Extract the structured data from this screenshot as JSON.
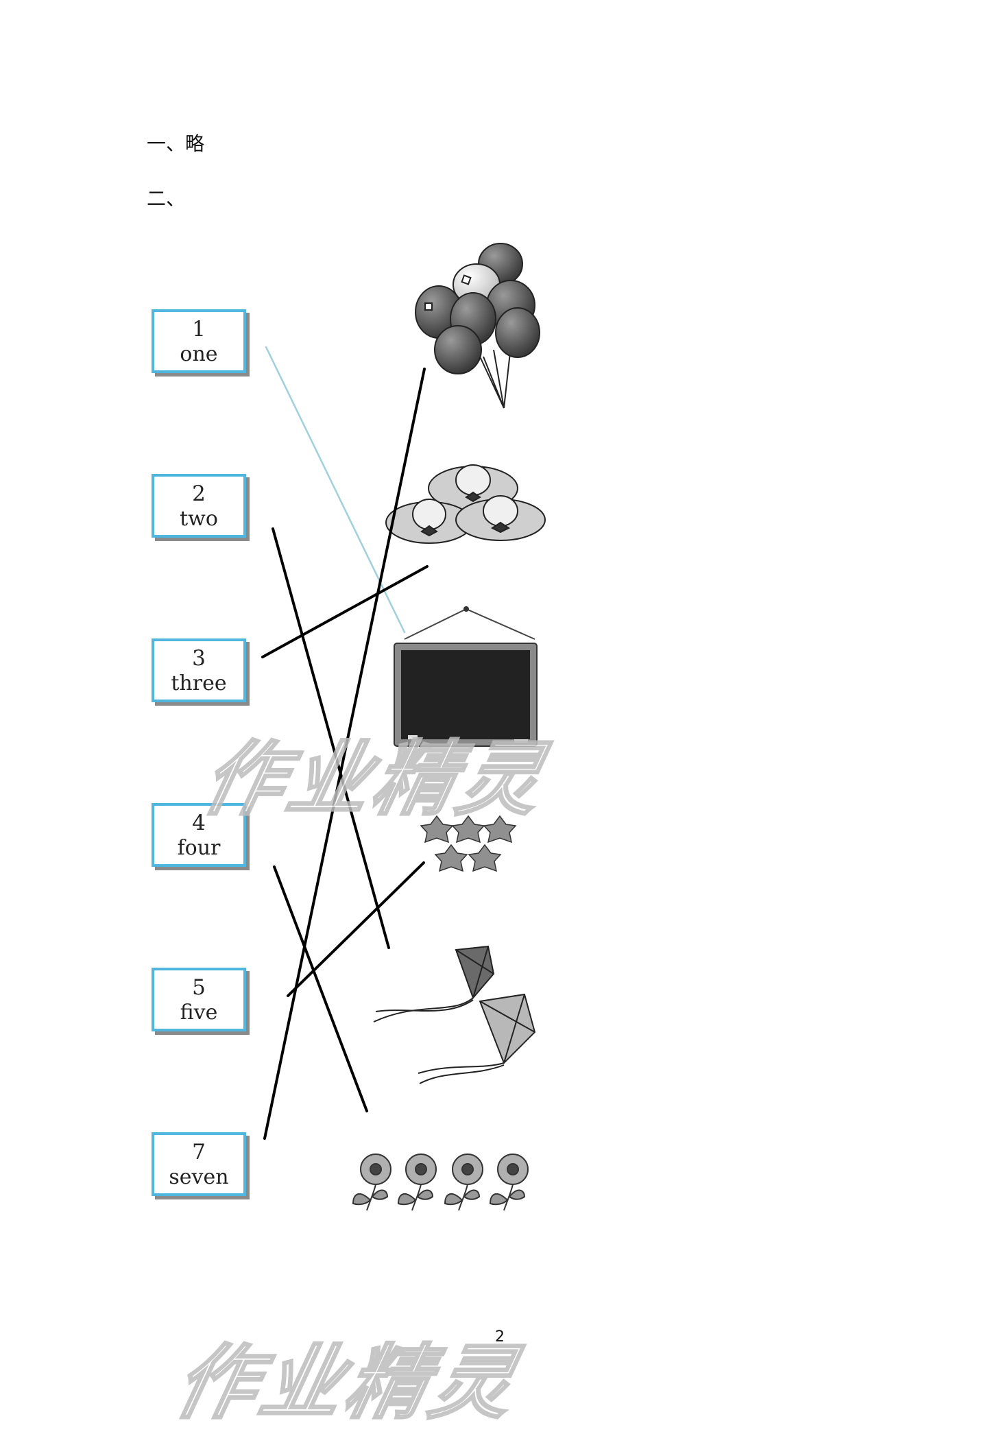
{
  "section1": "一、略",
  "section2": "二、",
  "boxes": [
    {
      "num": "1",
      "word": "one"
    },
    {
      "num": "2",
      "word": "two"
    },
    {
      "num": "3",
      "word": "three"
    },
    {
      "num": "4",
      "word": "four"
    },
    {
      "num": "5",
      "word": "five"
    },
    {
      "num": "7",
      "word": "seven"
    }
  ],
  "pictures": [
    "balloons-icon",
    "hats-icon",
    "blackboard-icon",
    "stars-icon",
    "kites-icon",
    "flowers-icon"
  ],
  "watermark": "作业精灵",
  "page_number": "2",
  "colors": {
    "box_border": "#4fb6df",
    "answer_line": "#000000",
    "blue_line": "#9fd0dc"
  }
}
